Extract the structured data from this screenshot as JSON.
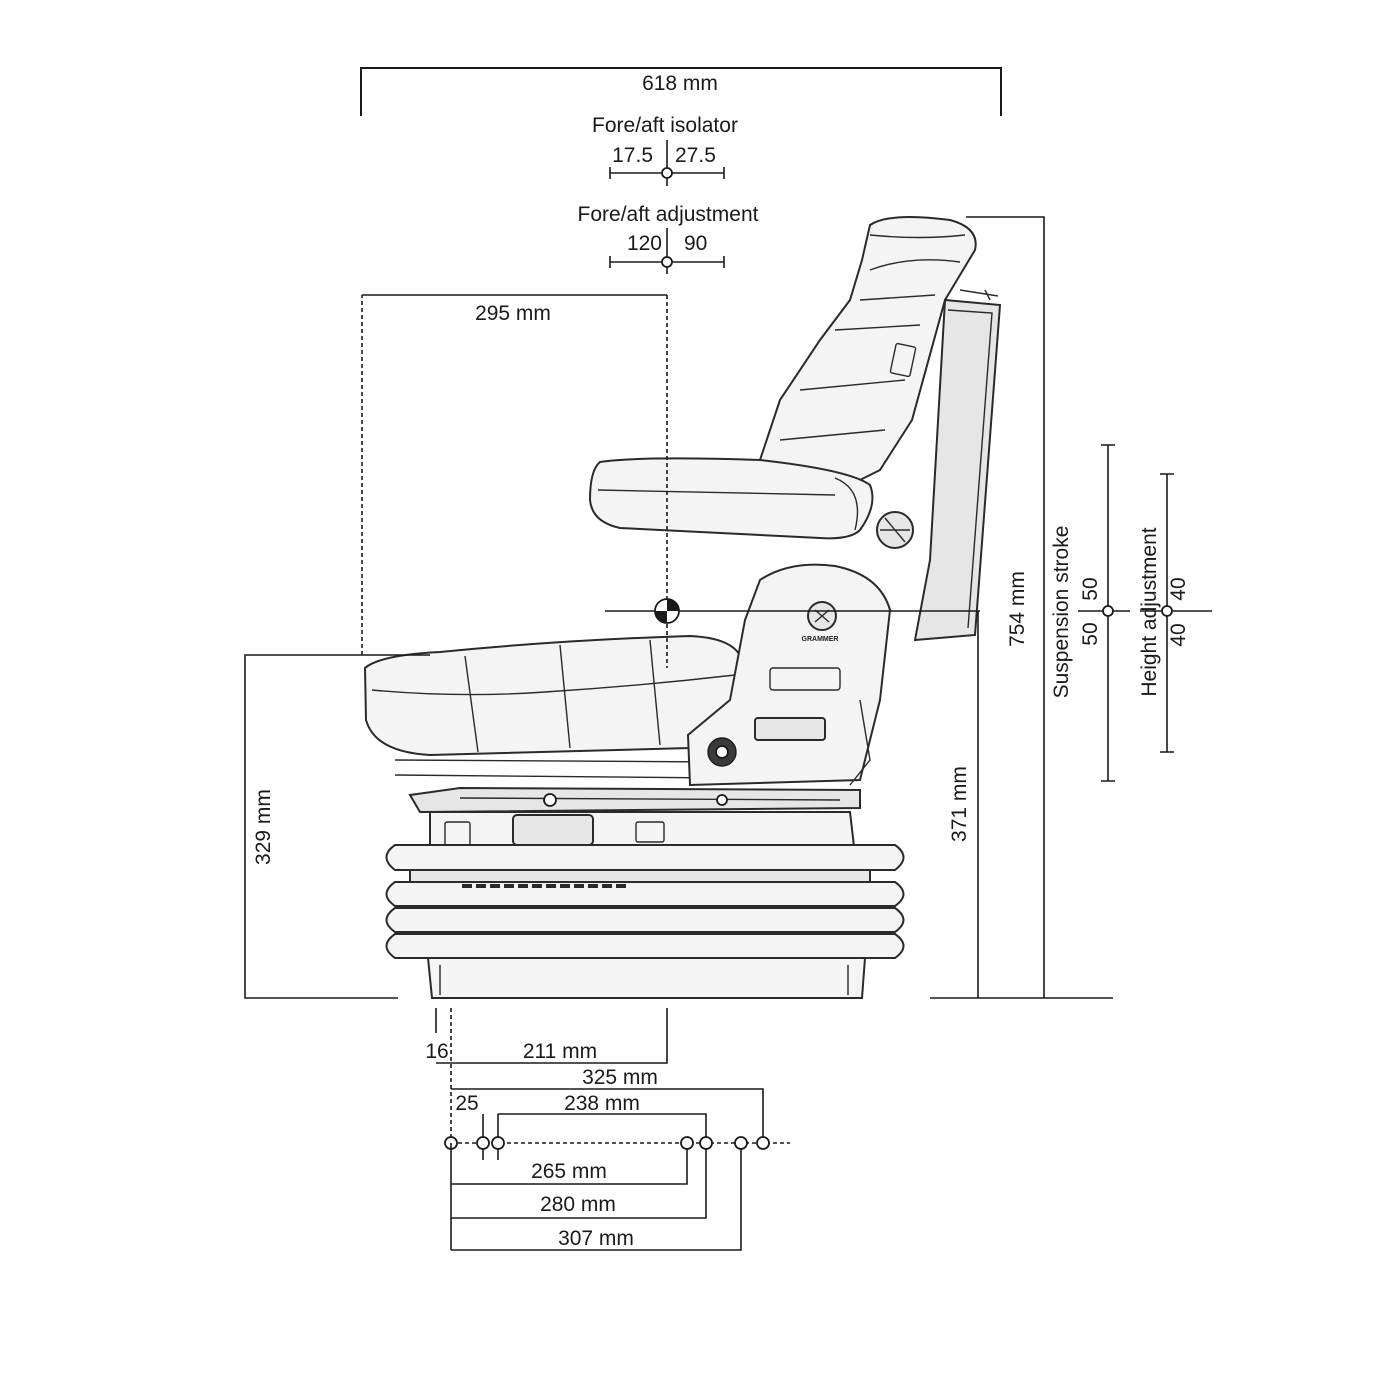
{
  "dimensions": {
    "overall_width": "618 mm",
    "fore_aft_isolator_title": "Fore/aft isolator",
    "fore_aft_isolator_left": "17.5",
    "fore_aft_isolator_right": "27.5",
    "fore_aft_adjustment_title": "Fore/aft adjustment",
    "fore_aft_adjustment_left": "120",
    "fore_aft_adjustment_right": "90",
    "seat_depth": "295 mm",
    "seat_height": "329 mm",
    "suspension_height": "371 mm",
    "overall_height": "754 mm",
    "suspension_stroke_title": "Suspension stroke",
    "suspension_stroke_up": "50",
    "suspension_stroke_down": "50",
    "height_adjustment_title": "Height adjustment",
    "height_adjustment_up": "40",
    "height_adjustment_down": "40",
    "base_offset": "16",
    "sip_to_front": "211 mm"
  },
  "mounting": {
    "offset_25": "25",
    "span_238": "238 mm",
    "span_325": "325 mm",
    "span_265": "265 mm",
    "span_280": "280 mm",
    "span_307": "307 mm"
  },
  "brand_badge": "GRAMMER",
  "colors": {
    "line": "#1a1a1a",
    "seat_fill": "#f4f4f4",
    "background": "#ffffff"
  }
}
